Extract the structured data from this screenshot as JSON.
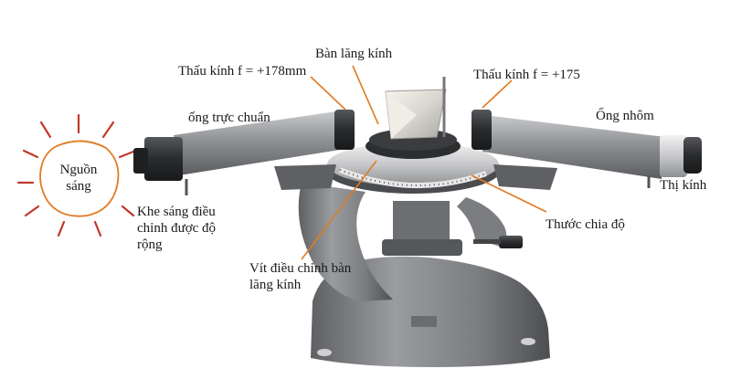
{
  "labels": {
    "source_line1": "Nguồn",
    "source_line2": "sáng",
    "lens_left": "Thấu kính f = +178mm",
    "prism_table": "Bàn lăng kính",
    "lens_right": "Thấu kính f = +175",
    "collimator": "ống trực chuẩn",
    "aluminum_tube": "Ống nhôm",
    "eyepiece": "Thị kính",
    "slit_line1": "Khe sáng điều",
    "slit_line2": "chỉnh được độ",
    "slit_line3": "rộng",
    "scale": "Thước chia độ",
    "screw_line1": "Vít điều chỉnh bàn",
    "screw_line2": "lăng kính"
  },
  "colors": {
    "leader": "#e07b22",
    "sun_ray": "#c0392b",
    "body_gray": "#7d7f82",
    "body_dark": "#3d3f42"
  }
}
